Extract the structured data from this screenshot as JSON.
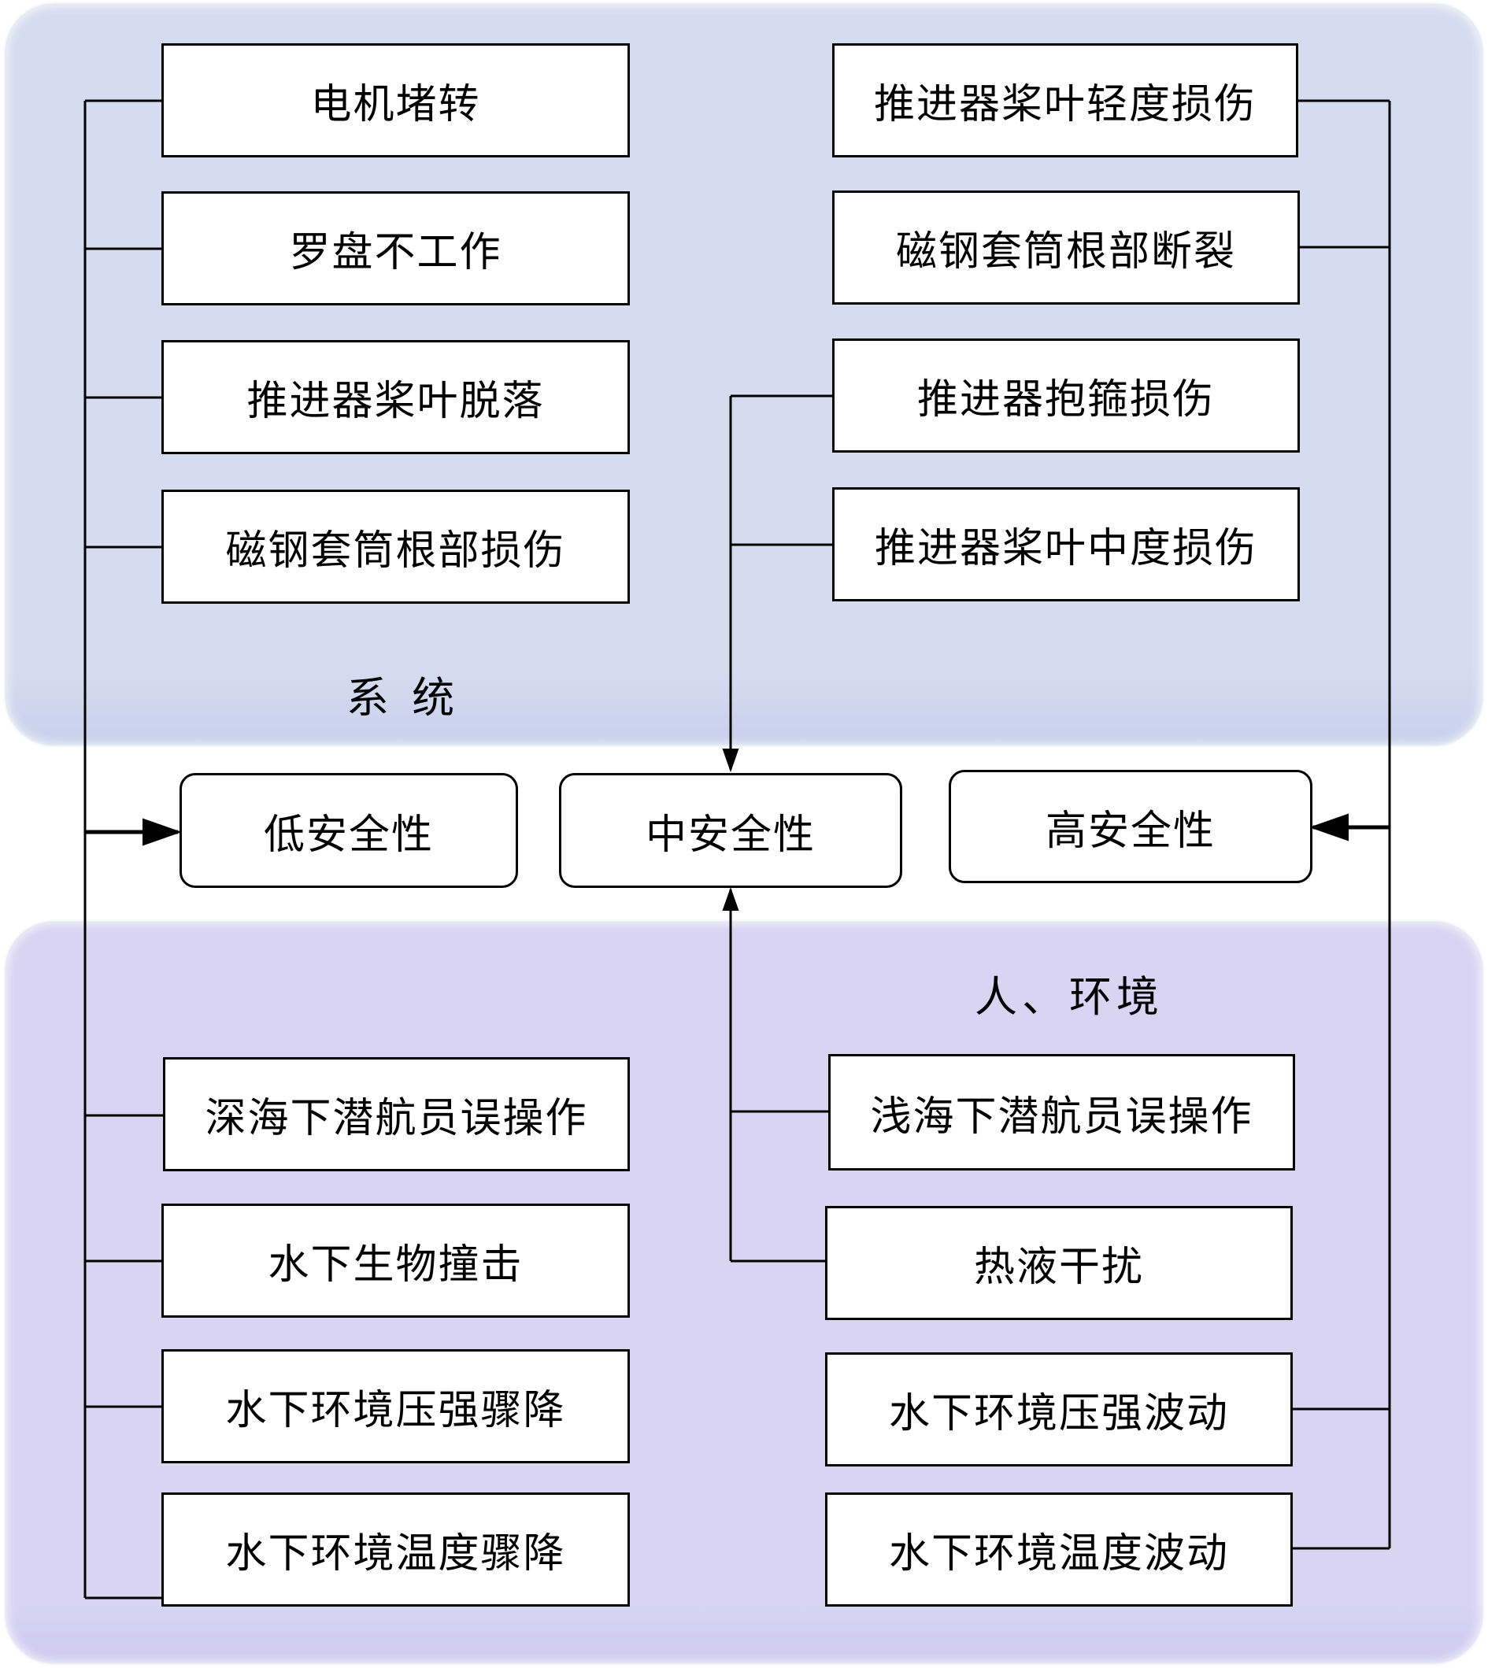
{
  "groups": {
    "system": {
      "label": "系 统"
    },
    "env": {
      "label": "人、环境"
    }
  },
  "levels": {
    "low": "低安全性",
    "mid": "中安全性",
    "high": "高安全性"
  },
  "system_left": [
    "电机堵转",
    "罗盘不工作",
    "推进器桨叶脱落",
    "磁钢套筒根部损伤"
  ],
  "system_right": [
    "推进器桨叶轻度损伤",
    "磁钢套筒根部断裂",
    "推进器抱箍损伤",
    "推进器桨叶中度损伤"
  ],
  "env_left": [
    "深海下潜航员误操作",
    "水下生物撞击",
    "水下环境压强骤降",
    "水下环境温度骤降"
  ],
  "env_right": [
    "浅海下潜航员误操作",
    "热液干扰",
    "水下环境压强波动",
    "水下环境温度波动"
  ]
}
